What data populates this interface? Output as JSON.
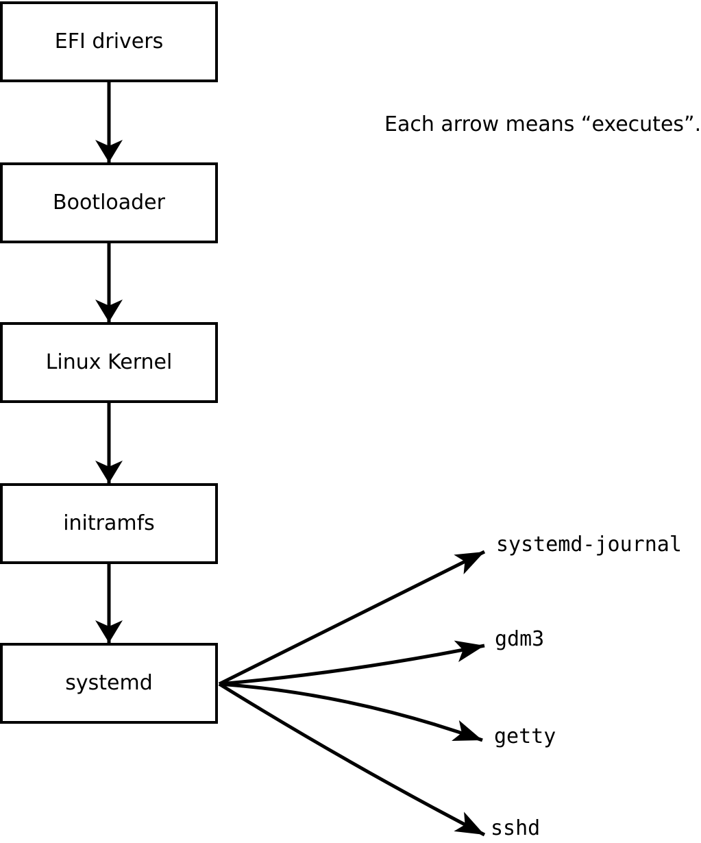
{
  "annotation": {
    "text": "Each arrow means “executes”."
  },
  "flow": {
    "boxes": [
      {
        "label": "EFI drivers"
      },
      {
        "label": "Bootloader"
      },
      {
        "label": "Linux Kernel"
      },
      {
        "label": "initramfs"
      },
      {
        "label": "systemd"
      }
    ],
    "targets": [
      {
        "label": "systemd-journal"
      },
      {
        "label": "gdm3"
      },
      {
        "label": "getty"
      },
      {
        "label": "sshd"
      }
    ]
  },
  "icons": {
    "arrow": "down-arrow-icon and right-arrow-icon meaning executes"
  },
  "colors": {
    "background": "#ffffff",
    "box_fill": "#ffffff",
    "stroke": "#000000",
    "text": "#000000"
  }
}
